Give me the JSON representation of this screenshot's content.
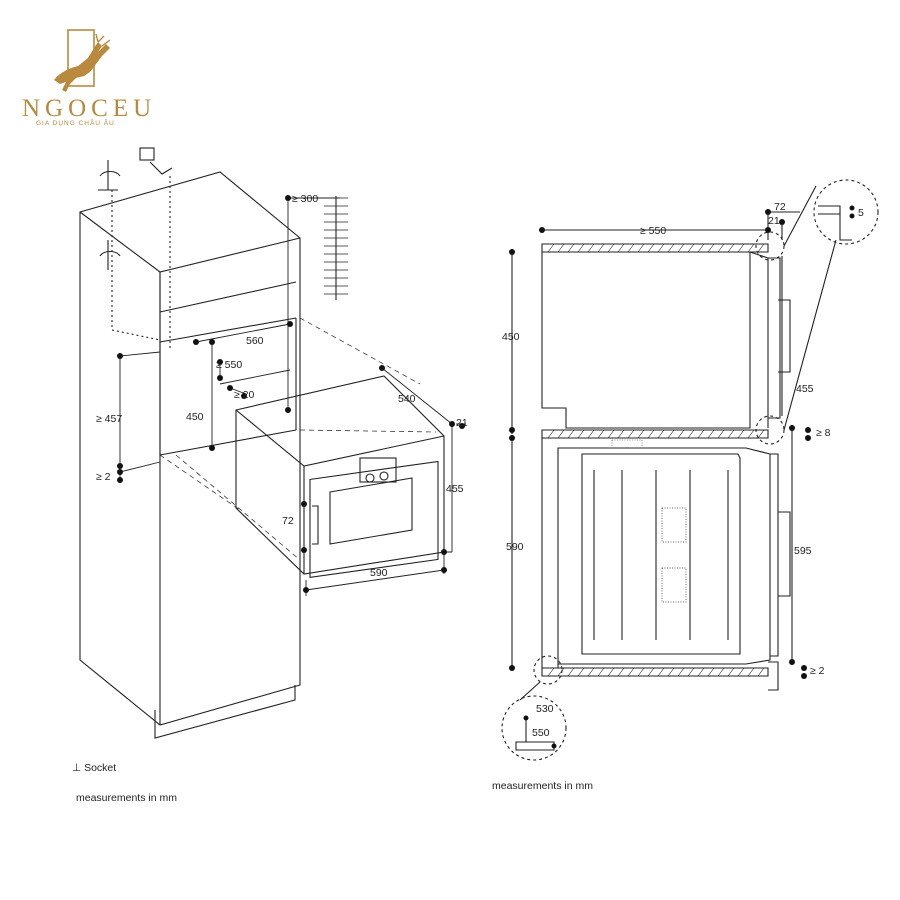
{
  "brand": {
    "name": "NGOCEU",
    "tagline": "GIA DỤNG CHÂU ÂU",
    "color": "#b98a3e"
  },
  "left_view": {
    "dimensions": {
      "top_clearance": "≥ 300",
      "niche_width": "560",
      "niche_depth": "≥ 550",
      "rear_gap": "≥ 20",
      "appliance_depth": "540",
      "front_offset": "21",
      "niche_height_min": "≥ 457",
      "niche_height": "450",
      "base_gap": "≥ 2",
      "appliance_height": "455",
      "handle_depth": "72",
      "appliance_width": "590"
    },
    "legend_socket": "Socket",
    "units_note": "measurements in mm"
  },
  "right_view": {
    "dimensions": {
      "width_min": "≥ 550",
      "front_72": "72",
      "front_21": "21",
      "top_height": "450",
      "detail_5": "5",
      "height_455": "455",
      "gap_8": "≥ 8",
      "oven_height": "590",
      "oven_front": "595",
      "bottom_gap": "≥ 2",
      "detail_530": "530",
      "detail_550": "550"
    },
    "units_note": "measurements in mm"
  }
}
